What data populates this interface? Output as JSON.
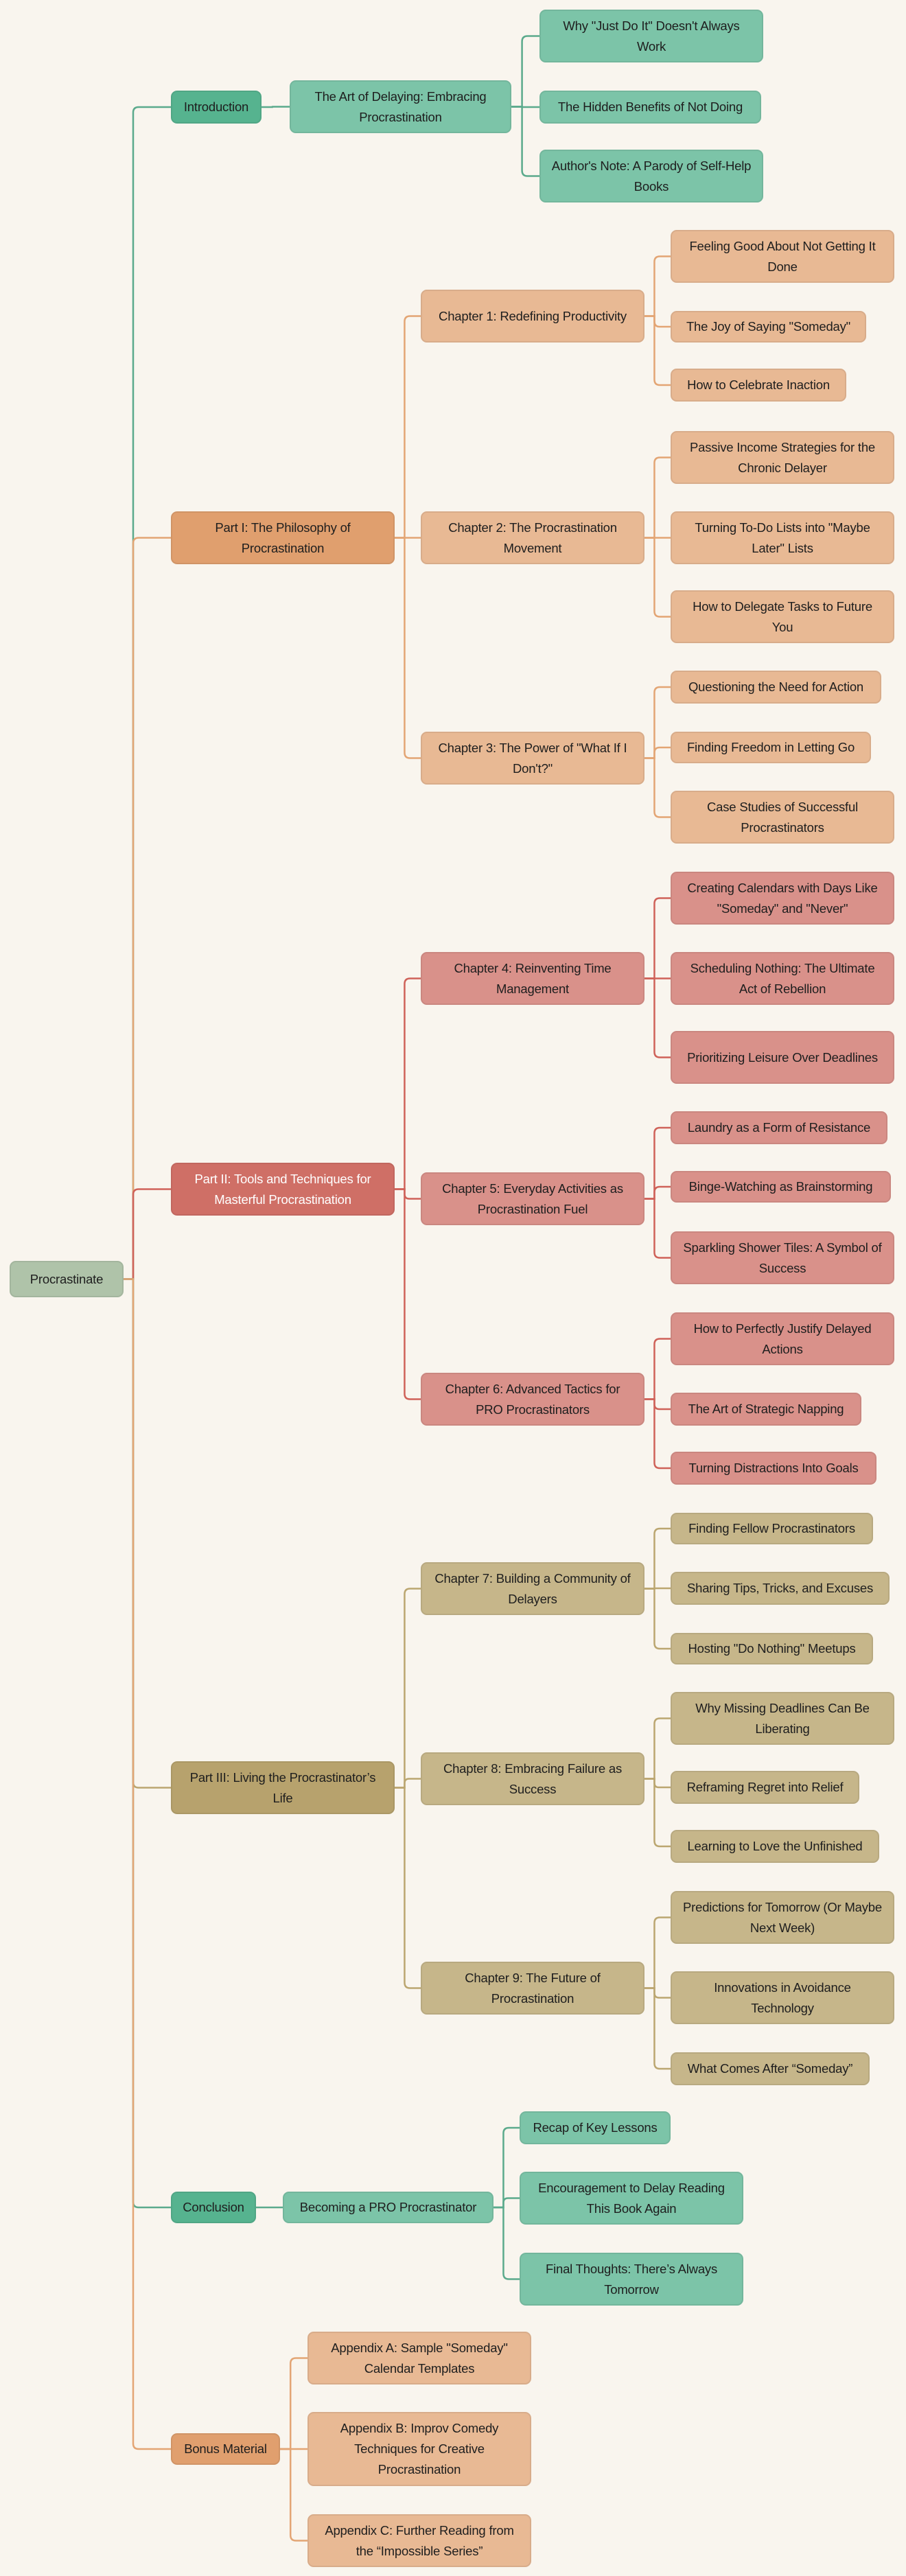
{
  "title": "Procrastinate",
  "colors": {
    "background": "#F9F5EE",
    "root": "#AFC3A9",
    "green_l1": "#56B38F",
    "green": "#7CC4A8",
    "green_line": "#5BAA8C",
    "orange_l1": "#E09F6E",
    "orange": "#E8B994",
    "orange_line": "#E3A574",
    "red_l1": "#CF6F66",
    "red": "#D9918A",
    "red_line": "#CF6259",
    "olive_l1": "#B7A26D",
    "olive": "#C6B68A",
    "olive_line": "#BBA670"
  },
  "tree": {
    "label": "Procrastinate",
    "children": [
      {
        "label": "Introduction",
        "theme": "green",
        "children": [
          {
            "label": "The Art of Delaying: Embracing Procrastination",
            "children": [
              {
                "label": "Why \"Just Do It\" Doesn't Always Work"
              },
              {
                "label": "The Hidden Benefits of Not Doing"
              },
              {
                "label": "Author's Note: A Parody of Self-Help Books"
              }
            ]
          }
        ]
      },
      {
        "label": "Part I: The Philosophy of Procrastination",
        "theme": "orange",
        "children": [
          {
            "label": "Chapter 1: Redefining Productivity",
            "children": [
              {
                "label": "Feeling Good About Not Getting It Done"
              },
              {
                "label": "The Joy of Saying \"Someday\""
              },
              {
                "label": "How to Celebrate Inaction"
              }
            ]
          },
          {
            "label": "Chapter 2: The Procrastination Movement",
            "children": [
              {
                "label": "Passive Income Strategies for the Chronic Delayer"
              },
              {
                "label": "Turning To-Do Lists into \"Maybe Later\" Lists"
              },
              {
                "label": "How to Delegate Tasks to Future You"
              }
            ]
          },
          {
            "label": "Chapter 3: The Power of \"What If I Don't?\"",
            "children": [
              {
                "label": "Questioning the Need for Action"
              },
              {
                "label": "Finding Freedom in Letting Go"
              },
              {
                "label": "Case Studies of Successful Procrastinators"
              }
            ]
          }
        ]
      },
      {
        "label": "Part II: Tools and Techniques for Masterful Procrastination",
        "theme": "red",
        "children": [
          {
            "label": "Chapter 4: Reinventing Time Management",
            "children": [
              {
                "label": "Creating Calendars with Days Like \"Someday\" and \"Never\""
              },
              {
                "label": "Scheduling Nothing: The Ultimate Act of Rebellion"
              },
              {
                "label": "Prioritizing Leisure Over Deadlines"
              }
            ]
          },
          {
            "label": "Chapter 5: Everyday Activities as Procrastination Fuel",
            "children": [
              {
                "label": "Laundry as a Form of Resistance"
              },
              {
                "label": "Binge-Watching as Brainstorming"
              },
              {
                "label": "Sparkling Shower Tiles: A Symbol of Success"
              }
            ]
          },
          {
            "label": "Chapter 6: Advanced Tactics for PRO Procrastinators",
            "children": [
              {
                "label": "How to Perfectly Justify Delayed Actions"
              },
              {
                "label": "The Art of Strategic Napping"
              },
              {
                "label": "Turning Distractions Into Goals"
              }
            ]
          }
        ]
      },
      {
        "label": "Part III: Living the Procrastinator’s Life",
        "theme": "olive",
        "children": [
          {
            "label": "Chapter 7: Building a Community of Delayers",
            "children": [
              {
                "label": "Finding Fellow Procrastinators"
              },
              {
                "label": "Sharing Tips, Tricks, and Excuses"
              },
              {
                "label": "Hosting \"Do Nothing\" Meetups"
              }
            ]
          },
          {
            "label": "Chapter 8: Embracing Failure as Success",
            "children": [
              {
                "label": "Why Missing Deadlines Can Be Liberating"
              },
              {
                "label": "Reframing Regret into Relief"
              },
              {
                "label": "Learning to Love the Unfinished"
              }
            ]
          },
          {
            "label": "Chapter 9: The Future of Procrastination",
            "children": [
              {
                "label": "Predictions for Tomorrow (Or Maybe Next Week)"
              },
              {
                "label": "Innovations in Avoidance Technology"
              },
              {
                "label": "What Comes After “Someday”"
              }
            ]
          }
        ]
      },
      {
        "label": "Conclusion",
        "theme": "green",
        "children": [
          {
            "label": "Becoming a PRO Procrastinator",
            "children": [
              {
                "label": "Recap of Key Lessons"
              },
              {
                "label": "Encouragement to Delay Reading This Book Again"
              },
              {
                "label": "Final Thoughts: There’s Always Tomorrow"
              }
            ]
          }
        ]
      },
      {
        "label": "Bonus Material",
        "theme": "orange",
        "children": [
          {
            "label": "Appendix A: Sample \"Someday\" Calendar Templates"
          },
          {
            "label": "Appendix B: Improv Comedy Techniques for Creative Procrastination"
          },
          {
            "label": "Appendix C: Further Reading from the “Impossible Series”"
          }
        ]
      }
    ]
  }
}
